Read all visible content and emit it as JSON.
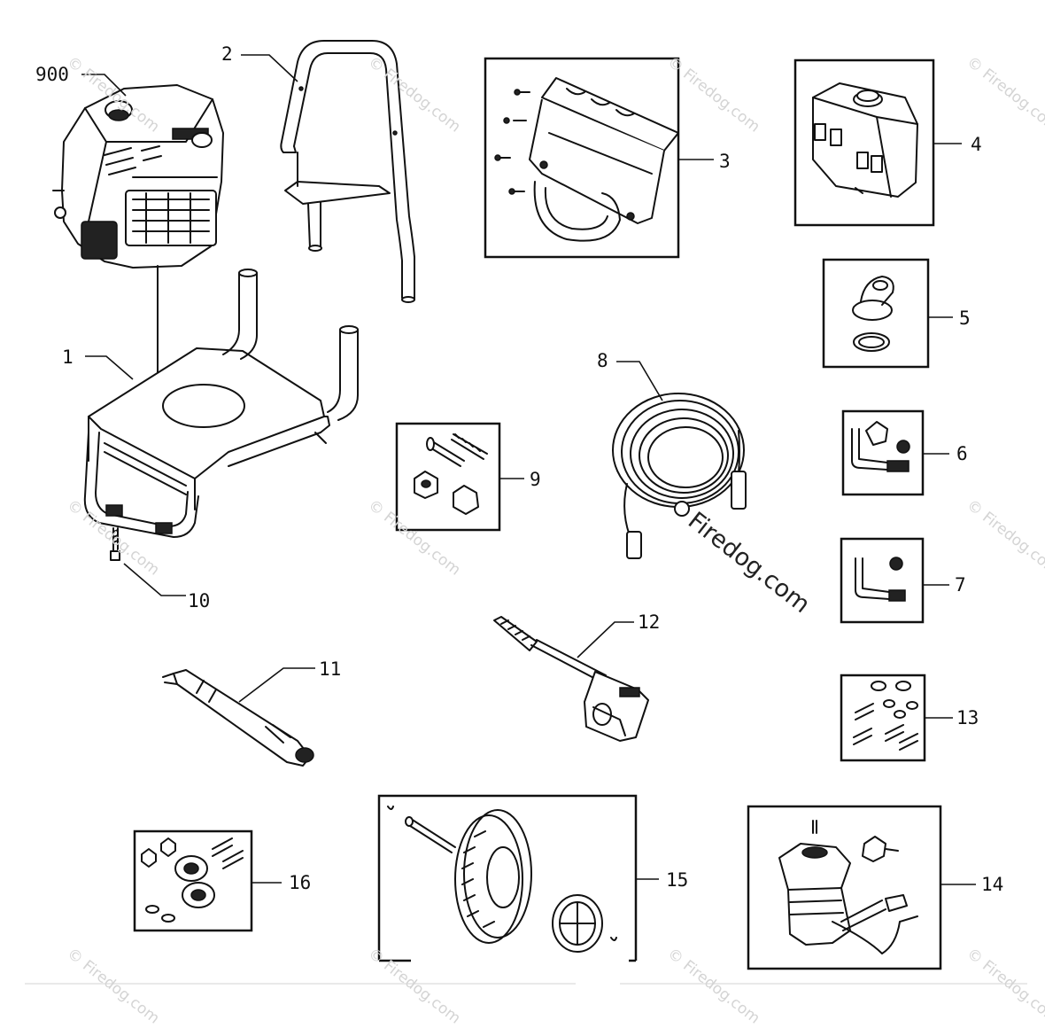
{
  "watermark": "© Firedog.com",
  "hose_watermark": "Firedog.com",
  "parts": [
    {
      "id": "engine",
      "label": "900"
    },
    {
      "id": "frame",
      "label": "1"
    },
    {
      "id": "handle",
      "label": "2"
    },
    {
      "id": "panel-bracket",
      "label": "3"
    },
    {
      "id": "detergent-tank",
      "label": "4"
    },
    {
      "id": "cap-gasket-kit",
      "label": "5"
    },
    {
      "id": "fitting-kit-a",
      "label": "6"
    },
    {
      "id": "fitting-kit-b",
      "label": "7"
    },
    {
      "id": "high-pressure-hose",
      "label": "8"
    },
    {
      "id": "handle-hardware",
      "label": "9"
    },
    {
      "id": "frame-bolt",
      "label": "10"
    },
    {
      "id": "nozzle-extension",
      "label": "11"
    },
    {
      "id": "spray-gun",
      "label": "12"
    },
    {
      "id": "mounting-hardware",
      "label": "13"
    },
    {
      "id": "pump-assembly",
      "label": "14"
    },
    {
      "id": "wheel-kit",
      "label": "15"
    },
    {
      "id": "bearing-kit",
      "label": "16"
    }
  ]
}
